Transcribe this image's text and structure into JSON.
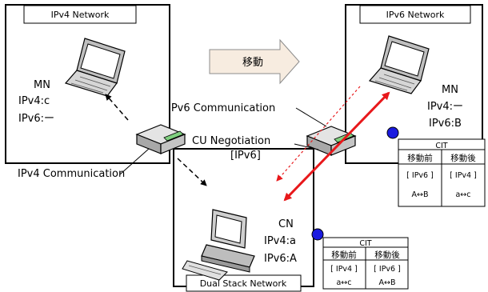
{
  "networks": {
    "ipv4": "IPv4 Network",
    "ipv6": "IPv6 Network",
    "dual": "Dual Stack Network"
  },
  "move_label": "移動",
  "mn": {
    "name": "MN",
    "ipv4": "IPv4:c",
    "ipv6": "IPv6:ー"
  },
  "mn_after": {
    "name": "MN",
    "ipv4": "IPv4:ー",
    "ipv6": "IPv6:B"
  },
  "cn": {
    "name": "CN",
    "ipv4": "IPv4:a",
    "ipv6": "IPv6:A"
  },
  "labels": {
    "ipv6_comm": "IPv6 Communication",
    "cu_neg_1": "CU Negotiation",
    "cu_neg_2": "[IPv6]",
    "ipv4_comm": "IPv4 Communication"
  },
  "cit_mn": {
    "title": "CIT",
    "headers": [
      "移動前",
      "移動後"
    ],
    "row1": [
      "[ IPv6 ]",
      "[ IPv4 ]"
    ],
    "row2": [
      "A↔B",
      "a↔c"
    ]
  },
  "cit_cn": {
    "title": "CIT",
    "headers": [
      "移動前",
      "移動後"
    ],
    "row1": [
      "[ IPv4 ]",
      "[ IPv6 ]"
    ],
    "row2": [
      "a↔c",
      "A↔B"
    ]
  },
  "colors": {
    "red": "#e8181b",
    "blue": "#1a1adf",
    "arrow_bg": "#f7ece0"
  }
}
